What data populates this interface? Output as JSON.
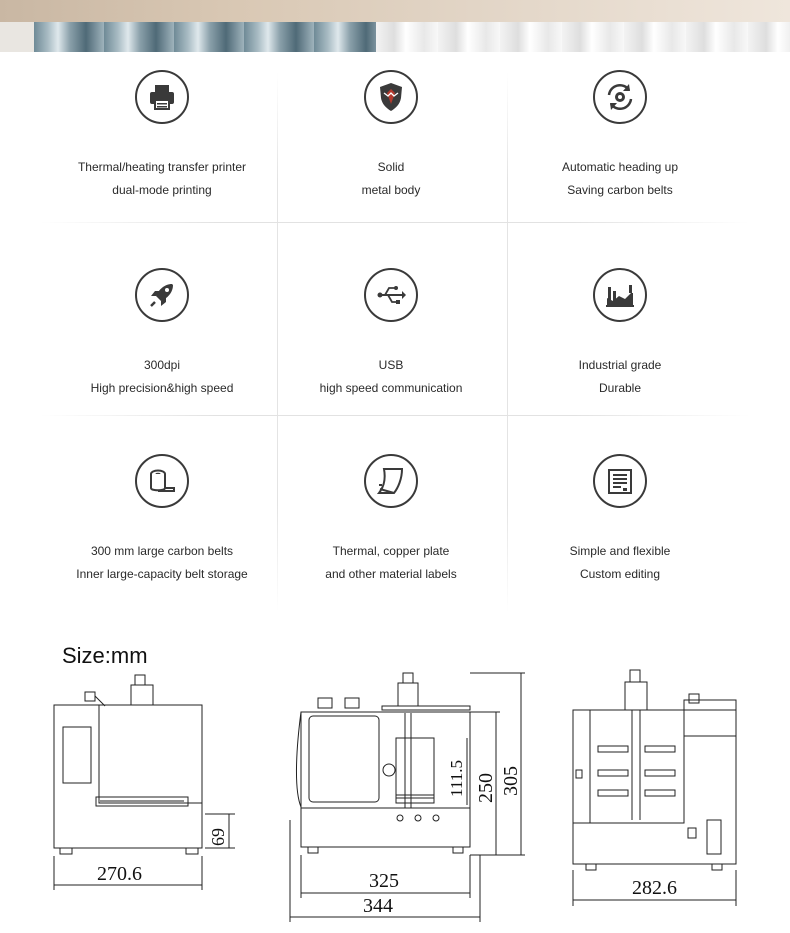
{
  "features": [
    {
      "icon": "printer-icon",
      "line1": "Thermal/heating transfer printer",
      "line2": "dual-mode printing"
    },
    {
      "icon": "shield-icon",
      "line1": "Solid",
      "line2": "metal body"
    },
    {
      "icon": "gear-refresh-icon",
      "line1": "Automatic heading up",
      "line2": "Saving carbon belts"
    },
    {
      "icon": "rocket-icon",
      "line1": "300dpi",
      "line2": "High precision&high speed"
    },
    {
      "icon": "usb-icon",
      "line1": "USB",
      "line2": "high speed communication"
    },
    {
      "icon": "factory-icon",
      "line1": "Industrial grade",
      "line2": "Durable"
    },
    {
      "icon": "ribbon-roll-icon",
      "line1": "300 mm large carbon belts",
      "line2": "Inner large-capacity belt storage"
    },
    {
      "icon": "label-sheet-icon",
      "line1": "Thermal, copper plate",
      "line2": "and other material labels"
    },
    {
      "icon": "document-edit-icon",
      "line1": "Simple and flexible",
      "line2": "Custom editing"
    }
  ],
  "size_section": {
    "title": "Size:mm",
    "front_view": {
      "width": "270.6",
      "height": "69"
    },
    "side_view": {
      "inner_height": "111.5",
      "mid_height": "250",
      "total_height": "305",
      "body_width": "325",
      "total_width": "344"
    },
    "back_view": {
      "width": "282.6"
    }
  },
  "colors": {
    "icon_stroke": "#3a3a3a",
    "text": "#2a2a2a",
    "grid_line": "#e2e2e2"
  }
}
